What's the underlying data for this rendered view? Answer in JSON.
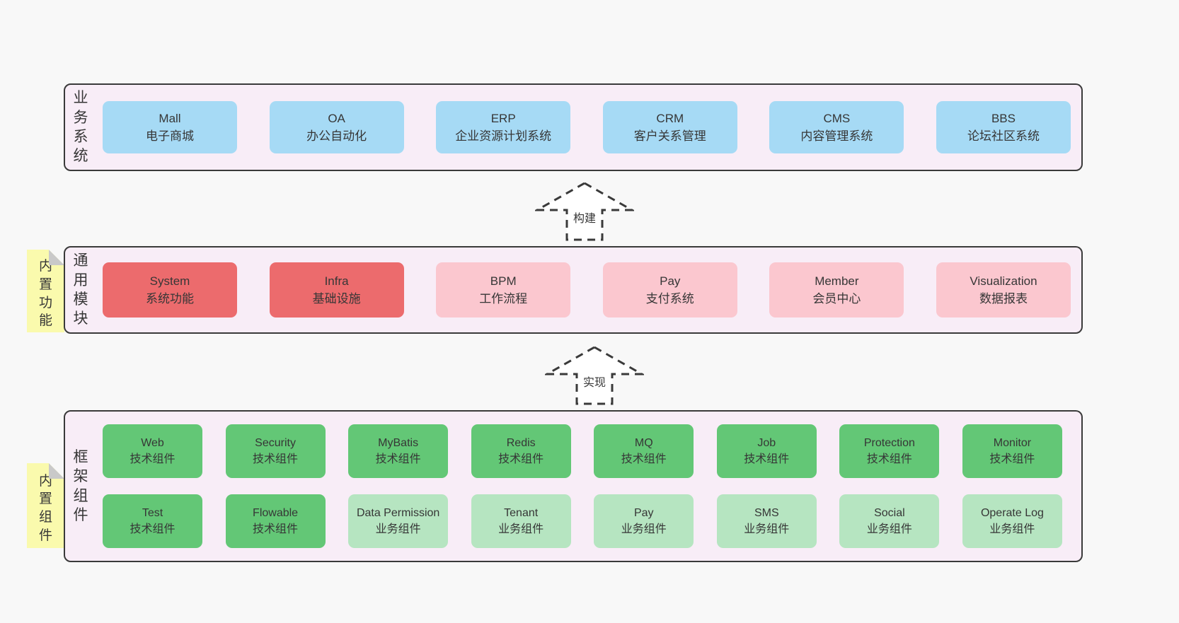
{
  "colors": {
    "page_bg": "#f8f8f8",
    "panel_bg": "#f8edf7",
    "panel_border": "#3a3a3a",
    "blue_box": "#a6daf5",
    "red_box": "#ec6b6d",
    "pink_box": "#fbc7cf",
    "green_dark_box": "#63c776",
    "green_light_box": "#b6e5c1",
    "sticky_bg": "#fafaad",
    "sticky_fold": "#c9c9c9",
    "text": "#363636"
  },
  "arrows": [
    {
      "label": "构建"
    },
    {
      "label": "实现"
    }
  ],
  "sections": {
    "business": {
      "label": "业务系统",
      "boxes": [
        {
          "en": "Mall",
          "zh": "电子商城"
        },
        {
          "en": "OA",
          "zh": "办公自动化"
        },
        {
          "en": "ERP",
          "zh": "企业资源计划系统"
        },
        {
          "en": "CRM",
          "zh": "客户关系管理"
        },
        {
          "en": "CMS",
          "zh": "内容管理系统"
        },
        {
          "en": "BBS",
          "zh": "论坛社区系统"
        }
      ]
    },
    "modules": {
      "label": "通用模块",
      "sticky": "内置功能",
      "boxes": [
        {
          "en": "System",
          "zh": "系统功能",
          "variant": "red"
        },
        {
          "en": "Infra",
          "zh": "基础设施",
          "variant": "red"
        },
        {
          "en": "BPM",
          "zh": "工作流程",
          "variant": "pink"
        },
        {
          "en": "Pay",
          "zh": "支付系统",
          "variant": "pink"
        },
        {
          "en": "Member",
          "zh": "会员中心",
          "variant": "pink"
        },
        {
          "en": "Visualization",
          "zh": "数据报表",
          "variant": "pink"
        }
      ]
    },
    "framework": {
      "label": "框架组件",
      "sticky": "内置组件",
      "rows": [
        [
          {
            "en": "Web",
            "zh": "技术组件",
            "variant": "green-dark"
          },
          {
            "en": "Security",
            "zh": "技术组件",
            "variant": "green-dark"
          },
          {
            "en": "MyBatis",
            "zh": "技术组件",
            "variant": "green-dark"
          },
          {
            "en": "Redis",
            "zh": "技术组件",
            "variant": "green-dark"
          },
          {
            "en": "MQ",
            "zh": "技术组件",
            "variant": "green-dark"
          },
          {
            "en": "Job",
            "zh": "技术组件",
            "variant": "green-dark"
          },
          {
            "en": "Protection",
            "zh": "技术组件",
            "variant": "green-dark"
          },
          {
            "en": "Monitor",
            "zh": "技术组件",
            "variant": "green-dark"
          }
        ],
        [
          {
            "en": "Test",
            "zh": "技术组件",
            "variant": "green-dark"
          },
          {
            "en": "Flowable",
            "zh": "技术组件",
            "variant": "green-dark"
          },
          {
            "en": "Data Permission",
            "zh": "业务组件",
            "variant": "green-light"
          },
          {
            "en": "Tenant",
            "zh": "业务组件",
            "variant": "green-light"
          },
          {
            "en": "Pay",
            "zh": "业务组件",
            "variant": "green-light"
          },
          {
            "en": "SMS",
            "zh": "业务组件",
            "variant": "green-light"
          },
          {
            "en": "Social",
            "zh": "业务组件",
            "variant": "green-light"
          },
          {
            "en": "Operate Log",
            "zh": "业务组件",
            "variant": "green-light"
          }
        ]
      ]
    }
  }
}
